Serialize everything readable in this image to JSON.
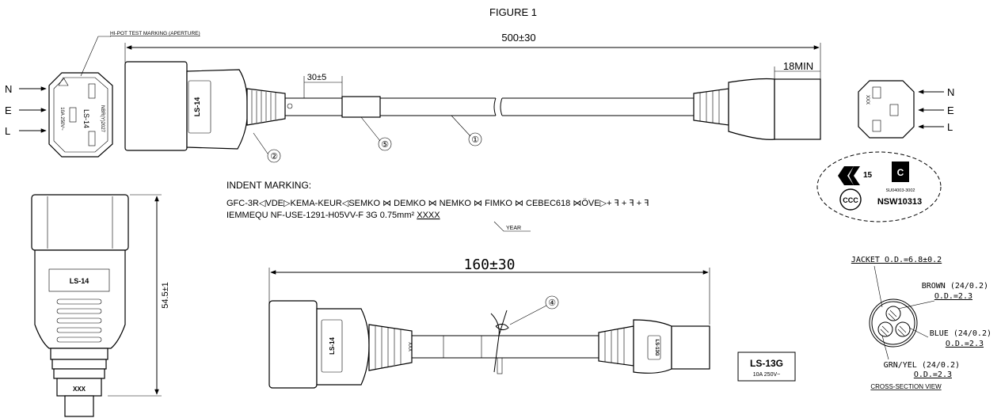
{
  "figure_title": "FIGURE 1",
  "top_view": {
    "hipot_label": "HI-POT TEST MARKING (APERTURE)",
    "overall_length": "500±30",
    "tail_length": "18MIN",
    "marker_offset": "30±5",
    "callouts": [
      "①",
      "②",
      "⑤"
    ],
    "left_pins": [
      "N",
      "E",
      "L"
    ],
    "right_pins": [
      "N",
      "E",
      "L"
    ],
    "plug_face_text": [
      "LS-14",
      "10A 250V~",
      "NBR(Y)2027"
    ],
    "socket_face_text": "XXX"
  },
  "indent_marking": {
    "heading": "INDENT MARKING:",
    "line1": "GFC-3R◁VDE▷KEMA-KEUR◁SEMKO ⋈ DEMKO ⋈ NEMKO ⋈ FIMKO ⋈ CEBEC618 ⋈ÖVE▷+ ꟻ + ꟻ + ꟻ",
    "line2_prefix": "IEMMEQU NF-USE-1291-H05VV-F 3G 0.75mm² ",
    "line2_code": "XXXX",
    "year_label": "YEAR"
  },
  "cert_badge": {
    "mark_number": "15",
    "code1": "SU04003-3002",
    "code2": "NSW10313"
  },
  "side_view": {
    "plug_label": "LS-14",
    "height": "54.5±1",
    "code": "XXX"
  },
  "bottom_view": {
    "length": "160±30",
    "callout": "④",
    "plug_label": "LS-14",
    "socket_label": "LS-13G",
    "code": "XXX"
  },
  "connector_label": {
    "name": "LS-13G",
    "rating": "10A 250V~"
  },
  "cross_section": {
    "jacket": "JACKET O.D.=6.8±0.2",
    "brown": "BROWN (24/0.2)",
    "brown_od": "O.D.=2.3",
    "blue": "BLUE (24/0.2)",
    "blue_od": "O.D.=2.3",
    "grnyel": "GRN/YEL (24/0.2)",
    "grnyel_od": "O.D.=2.3",
    "view_label": "CROSS-SECTION VIEW"
  }
}
